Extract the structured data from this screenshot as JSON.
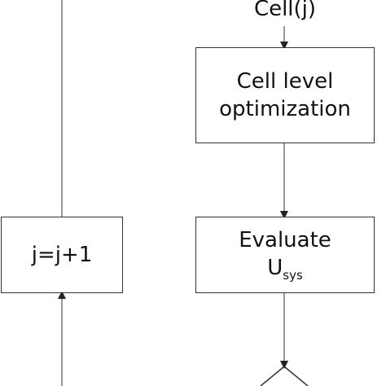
{
  "top_label": "Cell(j)",
  "cell_box": {
    "line1": "Cell level",
    "line2": "optimization"
  },
  "evaluate_box": {
    "line1": "Evaluate",
    "symbol": "U",
    "subscript": "sys"
  },
  "increment_box": {
    "label": "j=j+1"
  },
  "colors": {
    "stroke": "#333333",
    "text": "#111111",
    "background": "#ffffff"
  }
}
